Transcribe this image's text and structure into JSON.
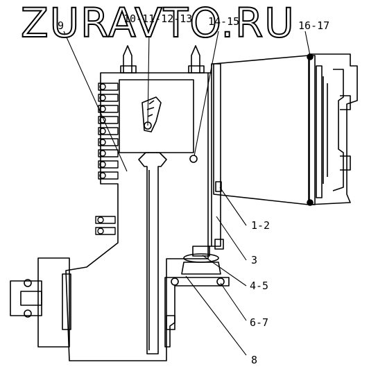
{
  "watermark": "ZURAVTO.RU",
  "callouts": {
    "c9": "9",
    "c10_13": "10-11-12-13",
    "c14_15": "14-15",
    "c16_17": "16-17",
    "c1_2": "1-2",
    "c3": "3",
    "c4_5": "4-5",
    "c6_7": "6-7",
    "c8": "8"
  }
}
